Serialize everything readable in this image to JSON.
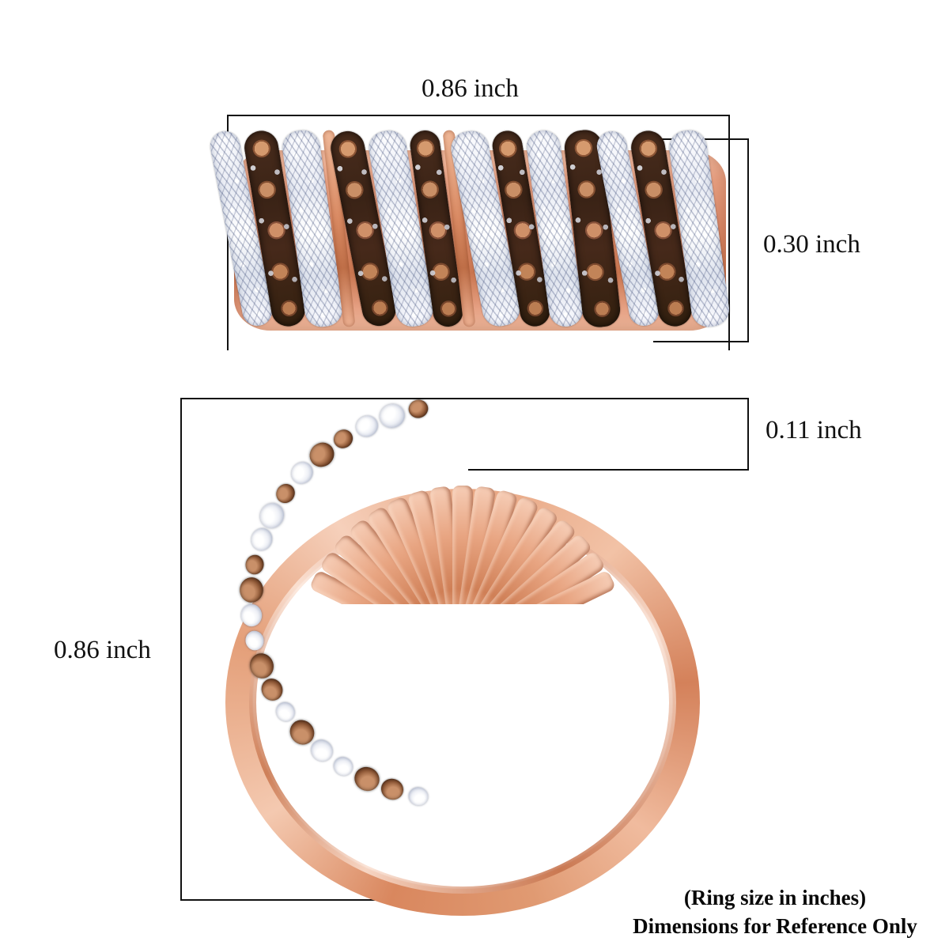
{
  "product": {
    "item": "gemstone ring",
    "metal_color": "#e29a72",
    "white_stone_color": "#ffffff",
    "chocolate_stone_color": "#a9683f",
    "views": {
      "top": {
        "name": "top-face-view",
        "description": "front face of band with alternating rows of white and chocolate diamonds"
      },
      "side": {
        "name": "side-profile-view",
        "description": "profile of ring showing band thickness and crown height"
      }
    }
  },
  "dimensions": {
    "top_width": {
      "label": "0.86 inch",
      "axis": "horizontal",
      "view": "top"
    },
    "top_height": {
      "label": "0.30 inch",
      "axis": "vertical",
      "view": "top"
    },
    "side_crown": {
      "label": "0.11 inch",
      "axis": "vertical",
      "view": "side"
    },
    "side_height": {
      "label": "0.86 inch",
      "axis": "vertical",
      "view": "side"
    }
  },
  "caption": {
    "line1": "(Ring size in inches)",
    "line2": "Dimensions for Reference Only"
  }
}
